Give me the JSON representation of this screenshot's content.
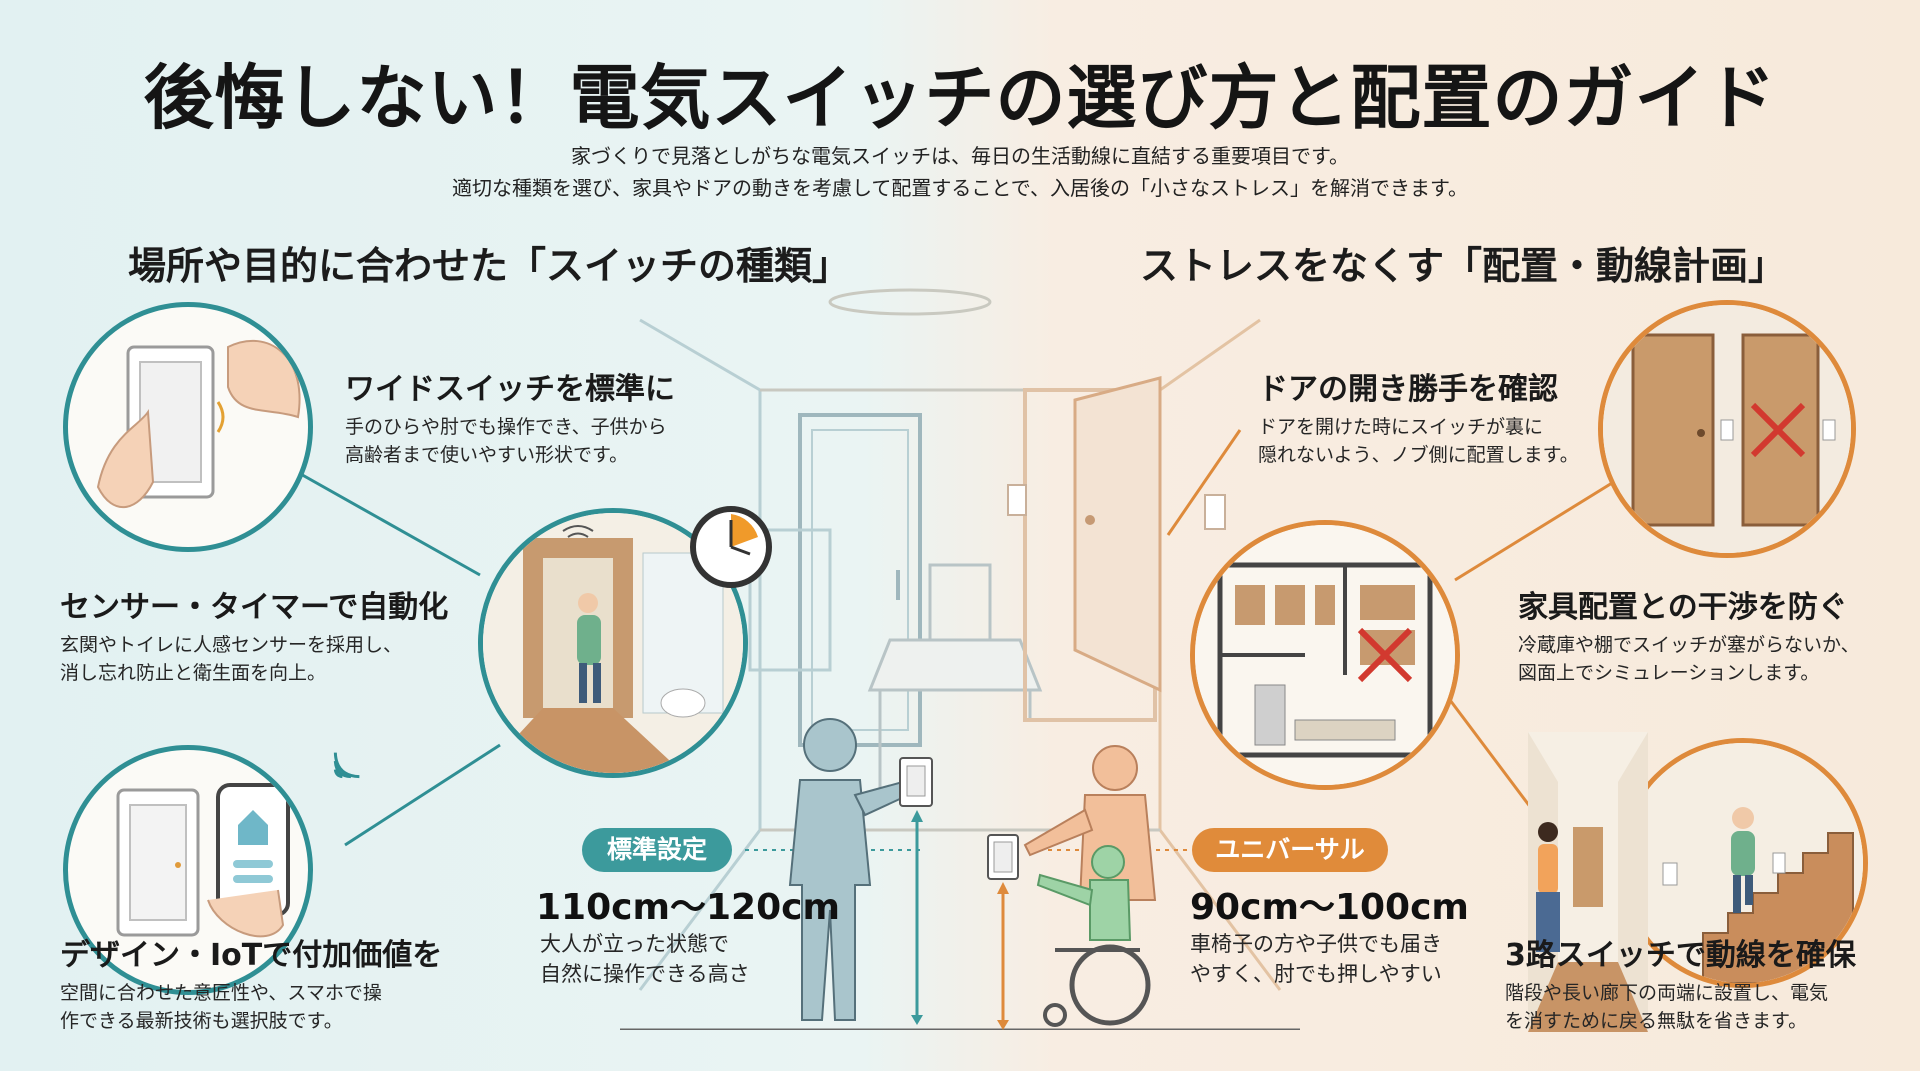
{
  "header": {
    "title": "後悔しない！電気スイッチの選び方と配置のガイド",
    "intro_line1": "家づくりで見落としがちな電気スイッチは、毎日の生活動線に直結する重要項目です。",
    "intro_line2": "適切な種類を選び、家具やドアの動きを考慮して配置することで、入居後の「小さなストレス」を解消できます。"
  },
  "left": {
    "heading": "場所や目的に合わせた「スイッチの種類」",
    "features": [
      {
        "title": "ワイドスイッチを標準に",
        "desc1": "手のひらや肘でも操作でき、子供から",
        "desc2": "高齢者まで使いやすい形状です。"
      },
      {
        "title": "センサー・タイマーで自動化",
        "desc1": "玄関やトイレに人感センサーを採用し、",
        "desc2": "消し忘れ防止と衛生面を向上。"
      },
      {
        "title": "デザイン・IoTで付加価値を",
        "desc1": "空間に合わせた意匠性や、スマホで操",
        "desc2": "作できる最新技術も選択肢です。"
      }
    ]
  },
  "right": {
    "heading": "ストレスをなくす「配置・動線計画」",
    "features": [
      {
        "title": "ドアの開き勝手を確認",
        "desc1": "ドアを開けた時にスイッチが裏に",
        "desc2": "隠れないよう、ノブ側に配置します。"
      },
      {
        "title": "家具配置との干渉を防ぐ",
        "desc1": "冷蔵庫や棚でスイッチが塞がらないか、",
        "desc2": "図面上でシミュレーションします。"
      },
      {
        "title": "3路スイッチで動線を確保",
        "desc1": "階段や長い廊下の両端に設置し、電気",
        "desc2": "を消すために戻る無駄を省きます。"
      }
    ]
  },
  "heights": {
    "standard": {
      "badge": "標準設定",
      "value": "110cm〜120cm",
      "desc1": "大人が立った状態で",
      "desc2": "自然に操作できる高さ"
    },
    "universal": {
      "badge": "ユニバーサル",
      "value": "90cm〜100cm",
      "desc1": "車椅子の方や子供でも届き",
      "desc2": "やすく、肘でも押しやすい"
    }
  },
  "colors": {
    "teal": "#2f8f94",
    "orange": "#de8a3b",
    "wall": "#9fb7bd",
    "furniture": "#b5845c"
  },
  "icons": [
    "wide-switch-icon",
    "elbow-icon",
    "clock-icon",
    "sensor-icon",
    "smartphone-icon",
    "wifi-icon",
    "home-icon",
    "wrong-x-icon"
  ]
}
